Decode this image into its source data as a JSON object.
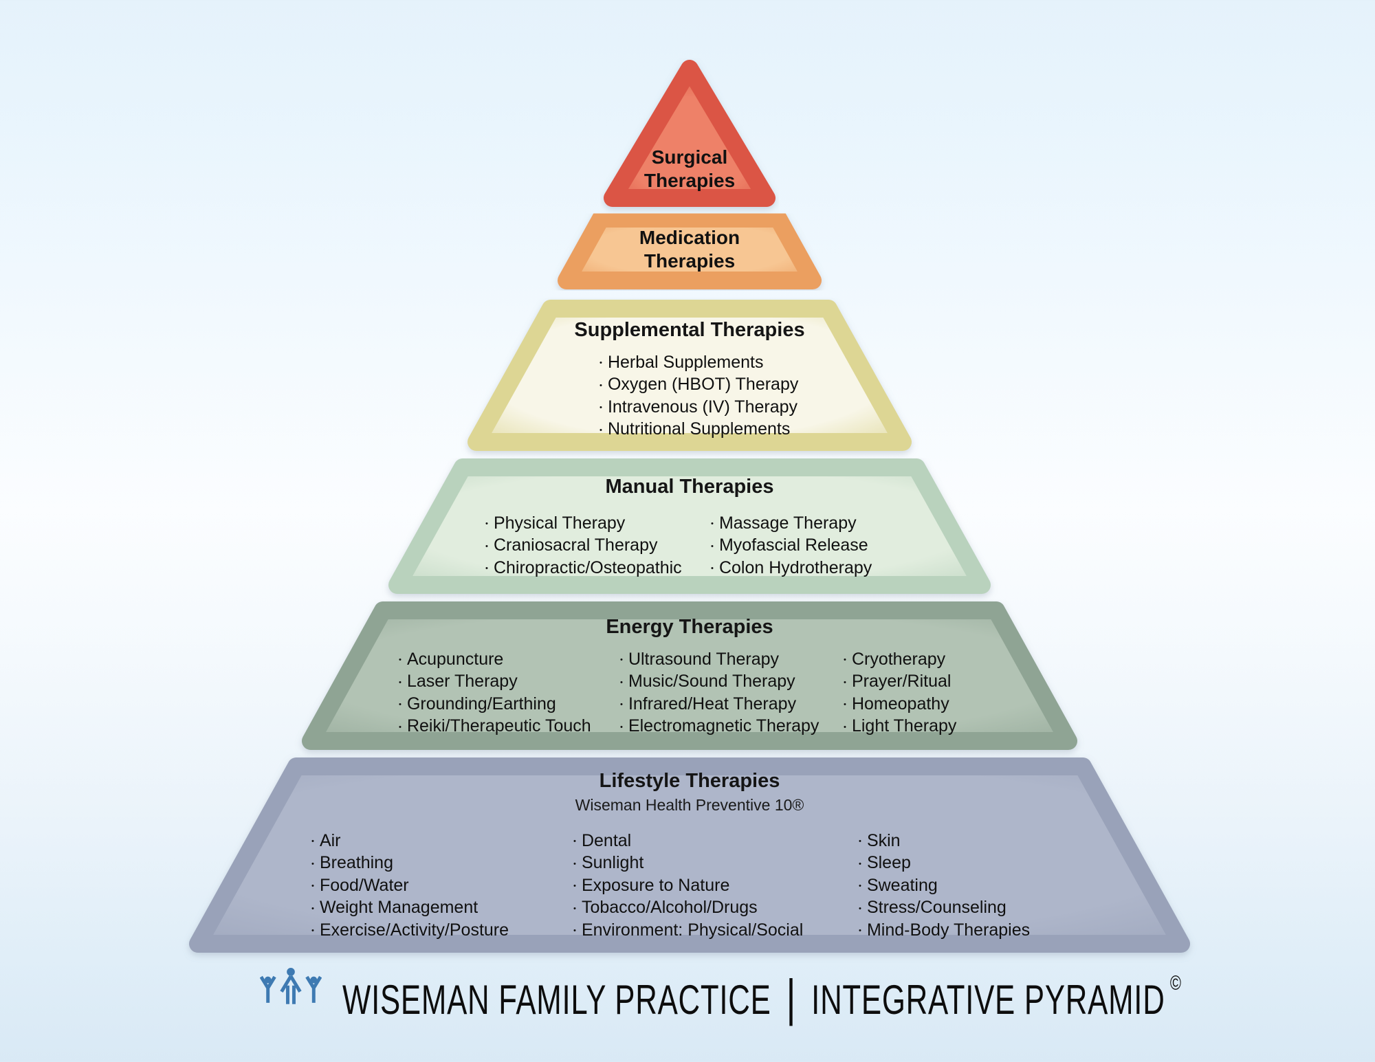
{
  "background": {
    "top_color": "#e5f2fb",
    "middle_color": "#fbfdff",
    "bottom_color": "#d9e9f5"
  },
  "pyramid": {
    "levels": [
      {
        "id": "surgical",
        "title_lines": [
          "Surgical",
          "Therapies"
        ],
        "colors": {
          "center": "#ee8168",
          "edge": "#db5544"
        }
      },
      {
        "id": "medication",
        "title_lines": [
          "Medication",
          "Therapies"
        ],
        "colors": {
          "center": "#f7c693",
          "edge": "#eb9f61"
        }
      },
      {
        "id": "supplemental",
        "title": "Supplemental Therapies",
        "items": [
          "Herbal Supplements",
          "Oxygen (HBOT) Therapy",
          "Intravenous (IV) Therapy",
          "Nutritional Supplements"
        ],
        "colors": {
          "center": "#f8f6e8",
          "edge": "#ddd694"
        }
      },
      {
        "id": "manual",
        "title": "Manual Therapies",
        "columns": [
          [
            "Physical Therapy",
            "Craniosacral Therapy",
            "Chiropractic/Osteopathic"
          ],
          [
            "Massage Therapy",
            "Myofascial Release",
            "Colon Hydrotherapy"
          ]
        ],
        "colors": {
          "center": "#e1edde",
          "edge": "#b9d2bd"
        }
      },
      {
        "id": "energy",
        "title": "Energy Therapies",
        "columns": [
          [
            "Acupuncture",
            "Laser Therapy",
            "Grounding/Earthing",
            "Reiki/Therapeutic Touch"
          ],
          [
            "Ultrasound Therapy",
            "Music/Sound Therapy",
            "Infrared/Heat Therapy",
            "Electromagnetic Therapy"
          ],
          [
            "Cryotherapy",
            "Prayer/Ritual",
            "Homeopathy",
            "Light Therapy"
          ]
        ],
        "colors": {
          "center": "#b2c3b4",
          "edge": "#8fa494"
        }
      },
      {
        "id": "lifestyle",
        "title": "Lifestyle Therapies",
        "subtitle": "Wiseman Health Preventive 10®",
        "columns": [
          [
            "Air",
            "Breathing",
            "Food/Water",
            "Weight Management",
            "Exercise/Activity/Posture"
          ],
          [
            "Dental",
            "Sunlight",
            "Exposure to Nature",
            "Tobacco/Alcohol/Drugs",
            "Environment: Physical/Social"
          ],
          [
            "Skin",
            "Sleep",
            "Sweating",
            "Stress/Counseling",
            "Mind-Body Therapies"
          ]
        ],
        "colors": {
          "center": "#aeb6ca",
          "edge": "#99a2b9"
        }
      }
    ]
  },
  "footer": {
    "brand": "WISEMAN FAMILY PRACTICE",
    "divider": "|",
    "product": "INTEGRATIVE PYRAMID",
    "copyright_symbol": "©",
    "logo": "family-figures-logo",
    "logo_color": "#3e7ab2"
  }
}
